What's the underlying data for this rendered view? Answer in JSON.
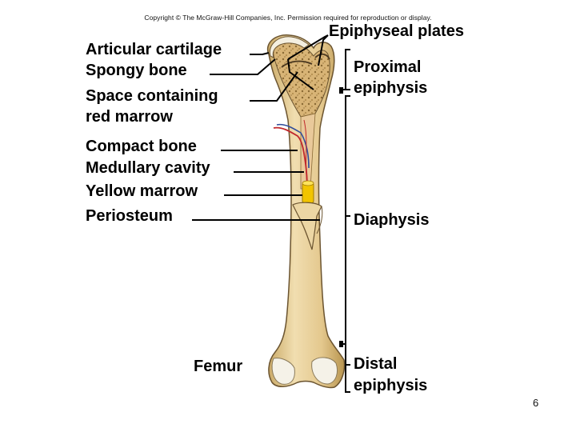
{
  "copyright": "Copyright © The McGraw-Hill Companies, Inc. Permission required for reproduction or display.",
  "labels": {
    "articular_cartilage": "Articular cartilage",
    "spongy_bone": "Spongy bone",
    "space_red_marrow_1": "Space containing",
    "space_red_marrow_2": "red marrow",
    "compact_bone": "Compact bone",
    "medullary_cavity": "Medullary cavity",
    "yellow_marrow": "Yellow marrow",
    "periosteum": "Periosteum",
    "femur": "Femur",
    "epiphyseal_plates": "Epiphyseal plates",
    "proximal_epiphysis_1": "Proximal",
    "proximal_epiphysis_2": "epiphysis",
    "diaphysis": "Diaphysis",
    "distal_epiphysis_1": "Distal",
    "distal_epiphysis_2": "epiphysis"
  },
  "colors": {
    "bone": "#e8cf9a",
    "bone_outline": "#6b5430",
    "spongy": "#d9b77a",
    "cartilage": "#f4efe0",
    "yellow_marrow": "#f2c400",
    "artery": "#c0282c",
    "vein": "#2f4c9a"
  },
  "page_number": "6"
}
